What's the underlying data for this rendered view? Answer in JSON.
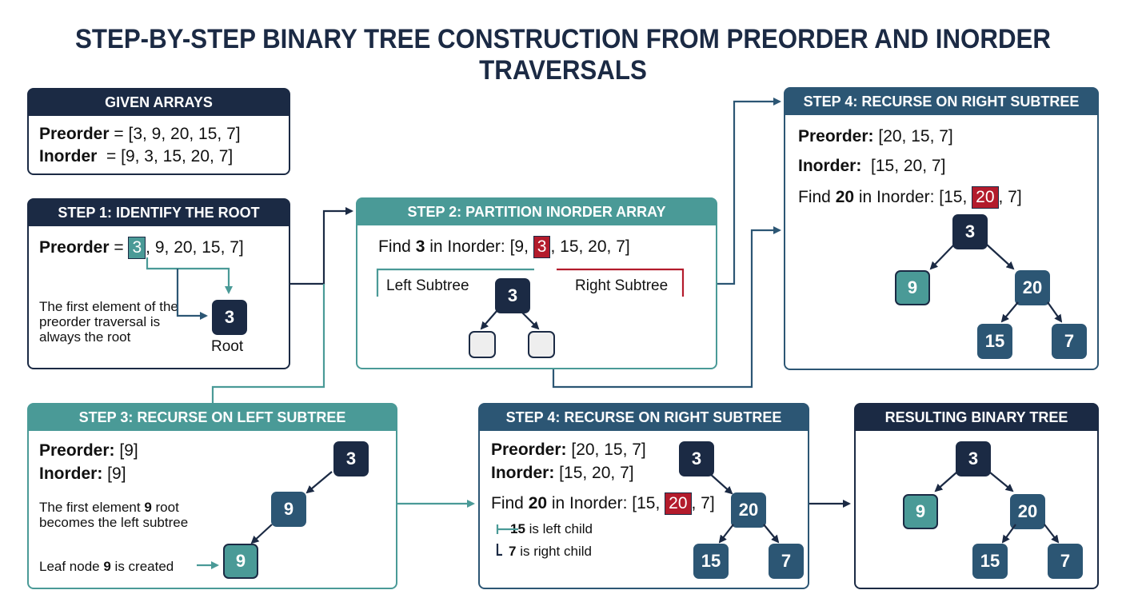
{
  "title": "STEP-BY-STEP BINARY TREE CONSTRUCTION FROM PREORDER AND INORDER TRAVERSALS",
  "given": {
    "header": "GIVEN ARRAYS",
    "pre_label": "Preorder",
    "pre_val": " = [3, 9, 20, 15, 7]",
    "in_label": "Inorder",
    "in_val": "  = [9, 3, 15, 20, 7]"
  },
  "step1": {
    "header": "STEP 1: IDENTIFY THE ROOT",
    "pre_label": "Preorder",
    "pre_eq": " = ",
    "highlight": "3",
    "pre_rest": ", 9, 20, 15, 7]",
    "note": "The first element of the preorder traversal is always the root",
    "node": "3",
    "node_label": "Root"
  },
  "step2": {
    "header": "STEP 2: PARTITION INORDER ARRAY",
    "find_pre": "Find ",
    "find_num": "3",
    "find_mid": " in Inorder: [9, ",
    "highlight": "3",
    "find_rest": ", 15, 20, 7]",
    "left_label": "Left Subtree",
    "right_label": "Right Subtree",
    "node": "3"
  },
  "step3": {
    "header": "STEP 3: RECURSE ON LEFT SUBTREE",
    "pre_label": "Preorder:",
    "pre_val": " [9]",
    "in_label": "Inorder:",
    "in_val": " [9]",
    "note_a": "The first element ",
    "note_b": "9",
    "note_c": " root",
    "note_d": "becomes the left subtree",
    "leaf_a": "Leaf node ",
    "leaf_b": "9",
    "leaf_c": " is created",
    "nodes": [
      "3",
      "9",
      "9"
    ]
  },
  "step4_top": {
    "header": "STEP 4: RECURSE ON RIGHT SUBTREE",
    "pre_label": "Preorder:",
    "pre_val": " [20, 15, 7]",
    "in_label": "Inorder:",
    "in_val": "  [15, 20, 7]",
    "find_pre": "Find ",
    "find_num": "20",
    "find_mid": " in Inorder: [15, ",
    "highlight": "20",
    "find_rest": ", 7]",
    "nodes": [
      "3",
      "9",
      "20",
      "15",
      "7"
    ]
  },
  "step4_bottom": {
    "header": "STEP 4: RECURSE ON RIGHT SUBTREE",
    "pre_label": "Preorder:",
    "pre_val": " [20, 15, 7]",
    "in_label": "Inorder:",
    "in_val": " [15, 20, 7]",
    "find_pre": "Find ",
    "find_num": "20",
    "find_mid": " in Inorder: [15, ",
    "highlight": "20",
    "find_rest": ", 7]",
    "left_child_num": "15",
    "left_child_text": " is left child",
    "right_child_num": "7",
    "right_child_text": " is right child",
    "nodes": [
      "3",
      "20",
      "15",
      "7"
    ]
  },
  "result": {
    "header": "RESULTING BINARY TREE",
    "nodes": [
      "3",
      "9",
      "20",
      "15",
      "7"
    ]
  },
  "colors": {
    "dark": "#1b2a44",
    "teal": "#4a9a97",
    "blue": "#2c5674",
    "red": "#b31b2c"
  }
}
